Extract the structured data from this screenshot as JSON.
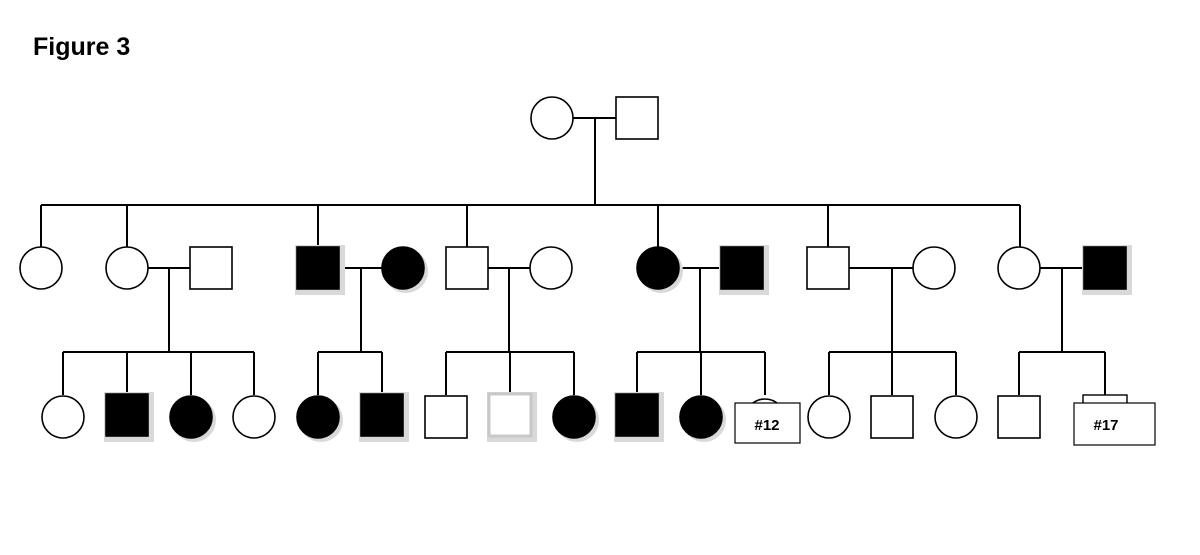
{
  "figure": {
    "title": "Figure 3",
    "colors": {
      "affected": "#000000",
      "unaffected": "#ffffff",
      "line": "#000000",
      "shadow": "#d9d9d9"
    },
    "generations": [
      [
        {
          "id": "I-1",
          "sex": "female",
          "affected": false
        },
        {
          "id": "I-2",
          "sex": "male",
          "affected": false
        }
      ],
      [
        {
          "id": "II-1",
          "sex": "female",
          "affected": false
        },
        {
          "id": "II-2",
          "sex": "female",
          "affected": false
        },
        {
          "id": "II-3",
          "sex": "male",
          "affected": false,
          "spouse": true
        },
        {
          "id": "II-4",
          "sex": "male",
          "affected": true
        },
        {
          "id": "II-5",
          "sex": "female",
          "affected": true,
          "spouse": true
        },
        {
          "id": "II-6",
          "sex": "male",
          "affected": false
        },
        {
          "id": "II-7",
          "sex": "female",
          "affected": false,
          "spouse": true
        },
        {
          "id": "II-8",
          "sex": "female",
          "affected": true
        },
        {
          "id": "II-9",
          "sex": "male",
          "affected": true,
          "spouse": true
        },
        {
          "id": "II-10",
          "sex": "male",
          "affected": false
        },
        {
          "id": "II-11",
          "sex": "female",
          "affected": false,
          "spouse": true
        },
        {
          "id": "II-12",
          "sex": "female",
          "affected": false
        },
        {
          "id": "II-13",
          "sex": "male",
          "affected": true,
          "spouse": true
        }
      ],
      [
        {
          "id": "III-1",
          "sex": "female",
          "affected": false
        },
        {
          "id": "III-2",
          "sex": "male",
          "affected": true
        },
        {
          "id": "III-3",
          "sex": "female",
          "affected": true
        },
        {
          "id": "III-4",
          "sex": "female",
          "affected": false
        },
        {
          "id": "III-5",
          "sex": "female",
          "affected": true
        },
        {
          "id": "III-6",
          "sex": "male",
          "affected": true
        },
        {
          "id": "III-7",
          "sex": "male",
          "affected": false
        },
        {
          "id": "III-8",
          "sex": "male",
          "affected": false
        },
        {
          "id": "III-9",
          "sex": "female",
          "affected": true
        },
        {
          "id": "III-10",
          "sex": "male",
          "affected": true
        },
        {
          "id": "III-11",
          "sex": "female",
          "affected": true
        },
        {
          "id": "III-12",
          "sex": "unknown",
          "affected": false,
          "label": "#12"
        },
        {
          "id": "III-13",
          "sex": "female",
          "affected": false
        },
        {
          "id": "III-14",
          "sex": "male",
          "affected": false
        },
        {
          "id": "III-15",
          "sex": "female",
          "affected": false
        },
        {
          "id": "III-16",
          "sex": "male",
          "affected": false
        },
        {
          "id": "III-17",
          "sex": "unknown",
          "affected": false,
          "label": "#17"
        }
      ]
    ]
  }
}
